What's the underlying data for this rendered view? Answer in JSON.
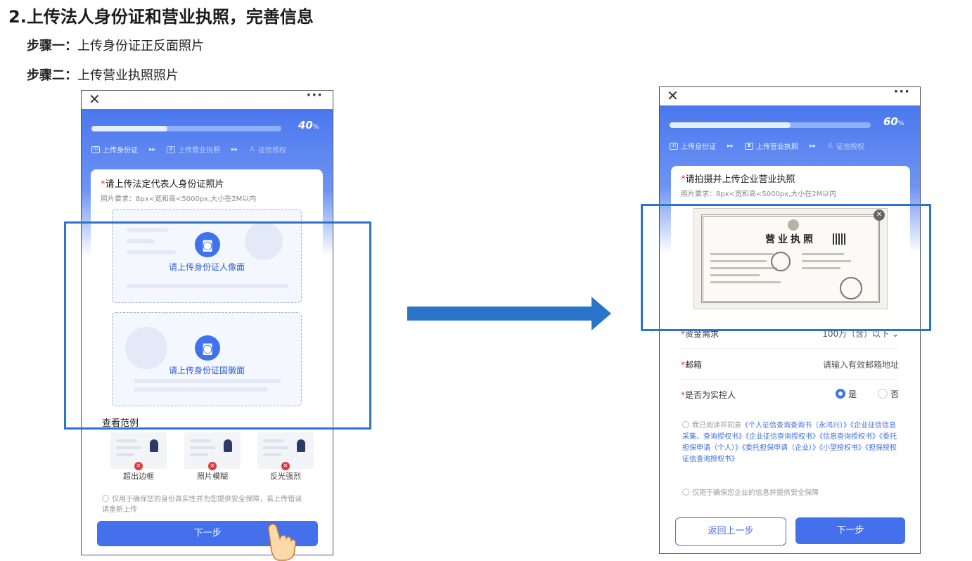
{
  "doc": {
    "title": "2.上传法人身份证和营业执照，完善信息",
    "step1_label": "步骤一：",
    "step1_text": "上传身份证正反面照片",
    "step2_label": "步骤二：",
    "step2_text": "上传营业执照照片"
  },
  "left_screen": {
    "close": "✕",
    "more": "···",
    "progress_value": 40,
    "progress_text": "40",
    "progress_unit": "%",
    "tabs": [
      "上传身份证",
      "上传营业执照",
      "征信授权"
    ],
    "card_title_req": "*",
    "card_title": "请上传法定代表人身份证照片",
    "card_sub": "照片要求：8px<宽和高<5000px,大小在2M以内",
    "upload_front": "请上传身份证人像面",
    "upload_back": "请上传身份证国徽面",
    "examples_title": "查看范例",
    "examples": [
      "超出边框",
      "照片模糊",
      "反光强烈"
    ],
    "notice": "仅用于确保您的身份真实性并为您提供安全保障，若上传错误请重新上传",
    "next_button": "下一步"
  },
  "right_screen": {
    "close": "✕",
    "more": "···",
    "progress_value": 60,
    "progress_text": "60",
    "progress_unit": "%",
    "tabs": [
      "上传身份证",
      "上传营业执照",
      "征信授权"
    ],
    "card_title_req": "*",
    "card_title": "请拍摄并上传企业营业执照",
    "card_sub": "照片要求：8px<宽和高<5000px,大小在2M以内",
    "license_title": "营业执照",
    "license_close": "✕",
    "form": {
      "funding_label": "资金需求",
      "funding_value": "100万（含）以下",
      "email_label": "邮箱",
      "email_placeholder": "请输入有效邮箱地址",
      "controller_label": "是否为实控人",
      "yes": "是",
      "no": "否"
    },
    "agree_prefix": "我已阅读并同意",
    "agree_links": "《个人征信查询查询书（永鸿兴）》《企业征信信息采集、查询授权书》《企业征信查询授权书》《信息查询授权书》《委托担保申请（个人）》《委托担保申请（企业）》《小望授权书》《担保授权征信查询授权书》",
    "security_note": "仅用于确保您企业的信息并提供安全保障",
    "back_button": "返回上一步",
    "next_button": "下一步"
  },
  "colors": {
    "brand_blue": "#4470ec",
    "highlight_blue": "#2a75c9",
    "required_red": "#e4393c"
  }
}
